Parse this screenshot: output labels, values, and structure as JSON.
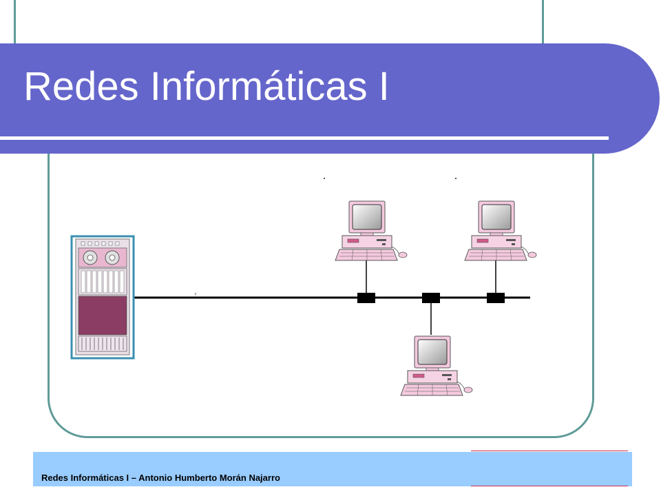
{
  "slide": {
    "title": "Redes Informáticas I",
    "footer": "Redes Informáticas I – Antonio Humberto Morán Najarro"
  },
  "diagram": {
    "type": "bus-network",
    "nodes": [
      "server",
      "workstation-1",
      "workstation-2",
      "workstation-3"
    ],
    "connectors": 3
  },
  "colors": {
    "title_band": "#6566cb",
    "frame_border": "#5f9b98",
    "footer_band": "#99ccff",
    "equipment_accent": "#c0507a",
    "server_panel": "#8b3d63"
  }
}
